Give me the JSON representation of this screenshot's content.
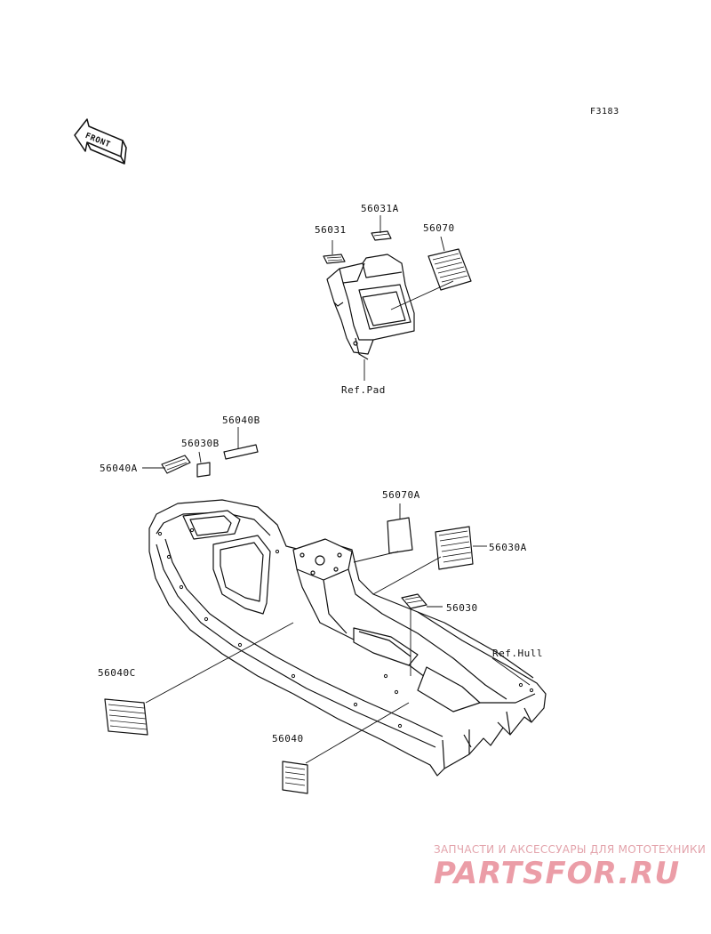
{
  "figure_code": "F3183",
  "front_marker": "FRONT",
  "parts": {
    "p56031": "56031",
    "p56031A": "56031A",
    "p56070": "56070",
    "ref_pad": "Ref.Pad",
    "p56040B": "56040B",
    "p56030B": "56030B",
    "p56040A": "56040A",
    "p56070A": "56070A",
    "p56030A": "56030A",
    "p56030": "56030",
    "ref_hull": "Ref.Hull",
    "p56040C": "56040C",
    "p56040": "56040"
  },
  "watermark": {
    "tagline": "ЗАПЧАСТИ И АКСЕССУАРЫ ДЛЯ МОТОТЕХНИКИ",
    "logo": "PARTSFOR.RU"
  }
}
